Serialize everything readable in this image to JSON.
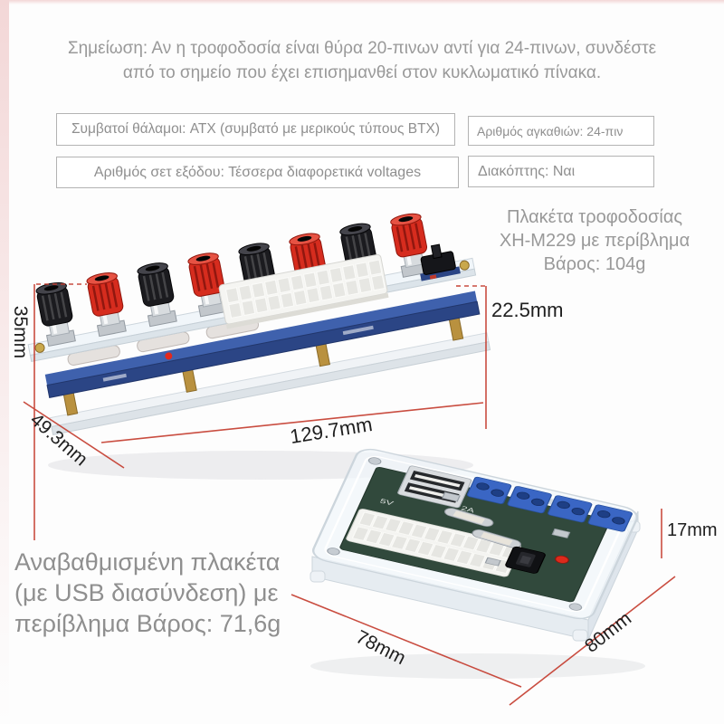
{
  "colors": {
    "accent_red": "#c43a2c",
    "pcb_blue": "#2b4585",
    "pcb_blue_top": "#3f61ad",
    "pcb_green": "#31493c",
    "terminal_blue": "#3a66c4",
    "post_red": "#d62c1e",
    "post_black": "#1b1b1f",
    "brass": "#b9913f",
    "text_grey": "#999999",
    "dim_text": "#1f1f1f",
    "border_grey": "#b3b3b3",
    "pink_edge": "#f3d7d7"
  },
  "note": {
    "line1": "Σημείωση: Αν η τροφοδοσία είναι θύρα 20-πινων αντί για 24-πινων, συνδέστε",
    "line2": "από το σημείο που έχει επισημανθεί στον κυκλωματικό πίνακα."
  },
  "spec_boxes": {
    "compatible": "Συμβατοί θάλαμοι: ATX (συμβατό με μερικούς τύπους BTX)",
    "pins": "Αριθμός αγκαθιών: 24-πιν",
    "outputs": "Αριθμός σετ εξόδου: Τέσσερα διαφορετικά voltages",
    "switch": "Διακόπτης: Ναι"
  },
  "product1": {
    "title_line1": "Πλακέτα τροφοδοσίας",
    "title_line2": "XH-M229 με περίβλημα",
    "title_line3": "Βάρος: 104g",
    "post_colors": [
      "black",
      "red",
      "black",
      "red",
      "black",
      "red",
      "black",
      "red"
    ],
    "dims": {
      "height": "35mm",
      "post_height": "22.5mm",
      "depth": "49.3mm",
      "length": "129.7mm"
    }
  },
  "product2": {
    "caption_line1": "Αναβαθμισμένη πλακέτα",
    "caption_line2": "(με USB διασύνδεση) με",
    "caption_line3": "περίβλημα Βάρος: 71,6g",
    "pcb_marks": {
      "usb_volt": "5V",
      "usb_amp": "2A"
    },
    "dims": {
      "height": "17mm",
      "length": "80mm",
      "depth": "78mm"
    }
  }
}
